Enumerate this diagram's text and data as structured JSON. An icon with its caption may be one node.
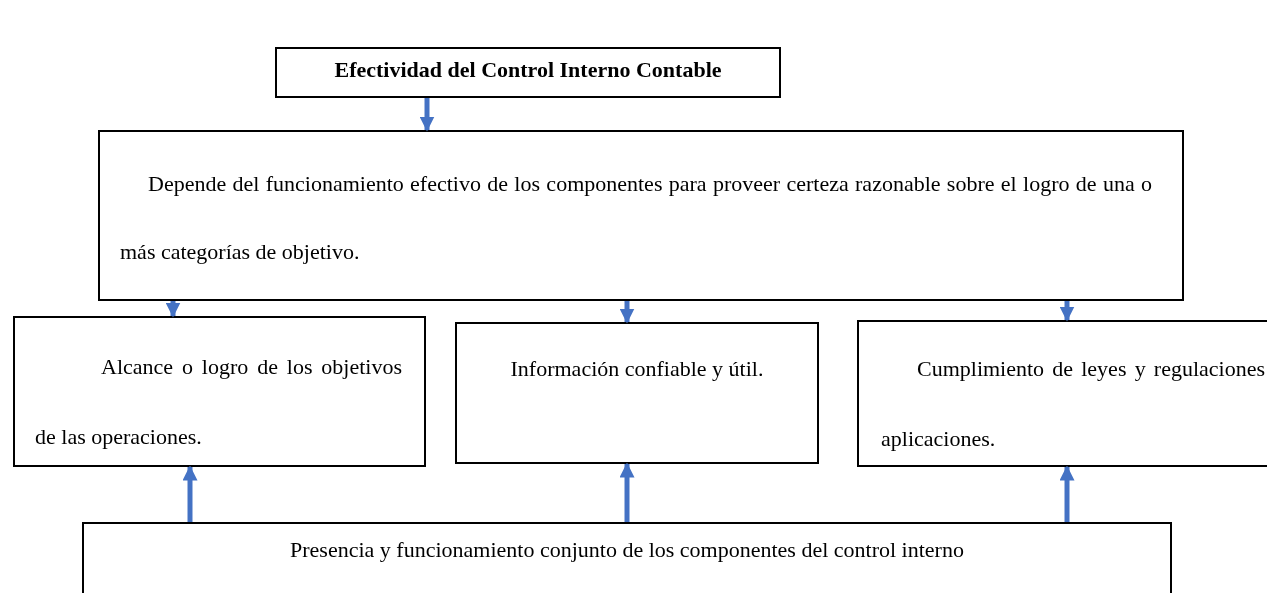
{
  "diagram": {
    "nodes": [
      {
        "text": [
          "Efectividad del Control Interno Contable"
        ]
      },
      {
        "text": [
          "Depende del funcionamiento efectivo de los componentes para proveer certeza razonable sobre el logro de una o más categorías de objetivo."
        ]
      },
      {
        "text": [
          "Alcance o logro de los objetivos de las operaciones."
        ]
      },
      {
        "text": [
          "Información confiable y útil."
        ]
      },
      {
        "text": [
          "Cumplimiento de leyes y regulaciones aplicaciones."
        ]
      },
      {
        "text": [
          "Presencia y funcionamiento conjunto de los componentes del control interno"
        ]
      }
    ],
    "edges": [
      {
        "from": 0,
        "to": 1,
        "arrow": "to"
      },
      {
        "from": 1,
        "to": 2,
        "arrow": "to"
      },
      {
        "from": 1,
        "to": 3,
        "arrow": "to"
      },
      {
        "from": 1,
        "to": 4,
        "arrow": "to"
      },
      {
        "from": 5,
        "to": 2,
        "arrow": "to"
      },
      {
        "from": 5,
        "to": 3,
        "arrow": "to"
      },
      {
        "from": 5,
        "to": 4,
        "arrow": "to"
      }
    ]
  }
}
